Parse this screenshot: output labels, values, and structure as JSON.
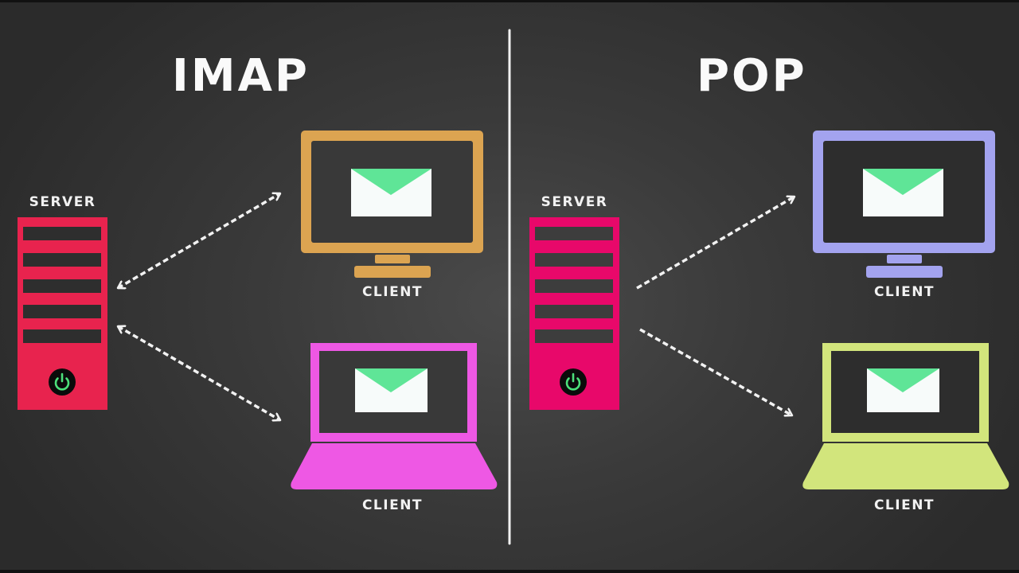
{
  "titles": {
    "left": "IMAP",
    "right": "POP"
  },
  "labels": {
    "imap_server": "SERVER",
    "imap_desktop_client": "CLIENT",
    "imap_laptop_client": "CLIENT",
    "pop_server": "SERVER",
    "pop_desktop_client": "CLIENT",
    "pop_laptop_client": "CLIENT"
  },
  "colors": {
    "background": "#3a3a3a",
    "imap_server": "#e8234e",
    "pop_server": "#e8086a",
    "imap_desktop": "#dca451",
    "imap_laptop": "#ee58e4",
    "pop_desktop": "#a3a3ef",
    "pop_laptop": "#d2e57c",
    "envelope_body": "#f7fbfa",
    "envelope_flap": "#5fe597",
    "power_icon": "#4ce07a",
    "arrows": "#f2f2f2",
    "divider": "#f2f2f2"
  },
  "arrows": {
    "imap": "bidirectional",
    "pop": "one-way-to-clients"
  }
}
